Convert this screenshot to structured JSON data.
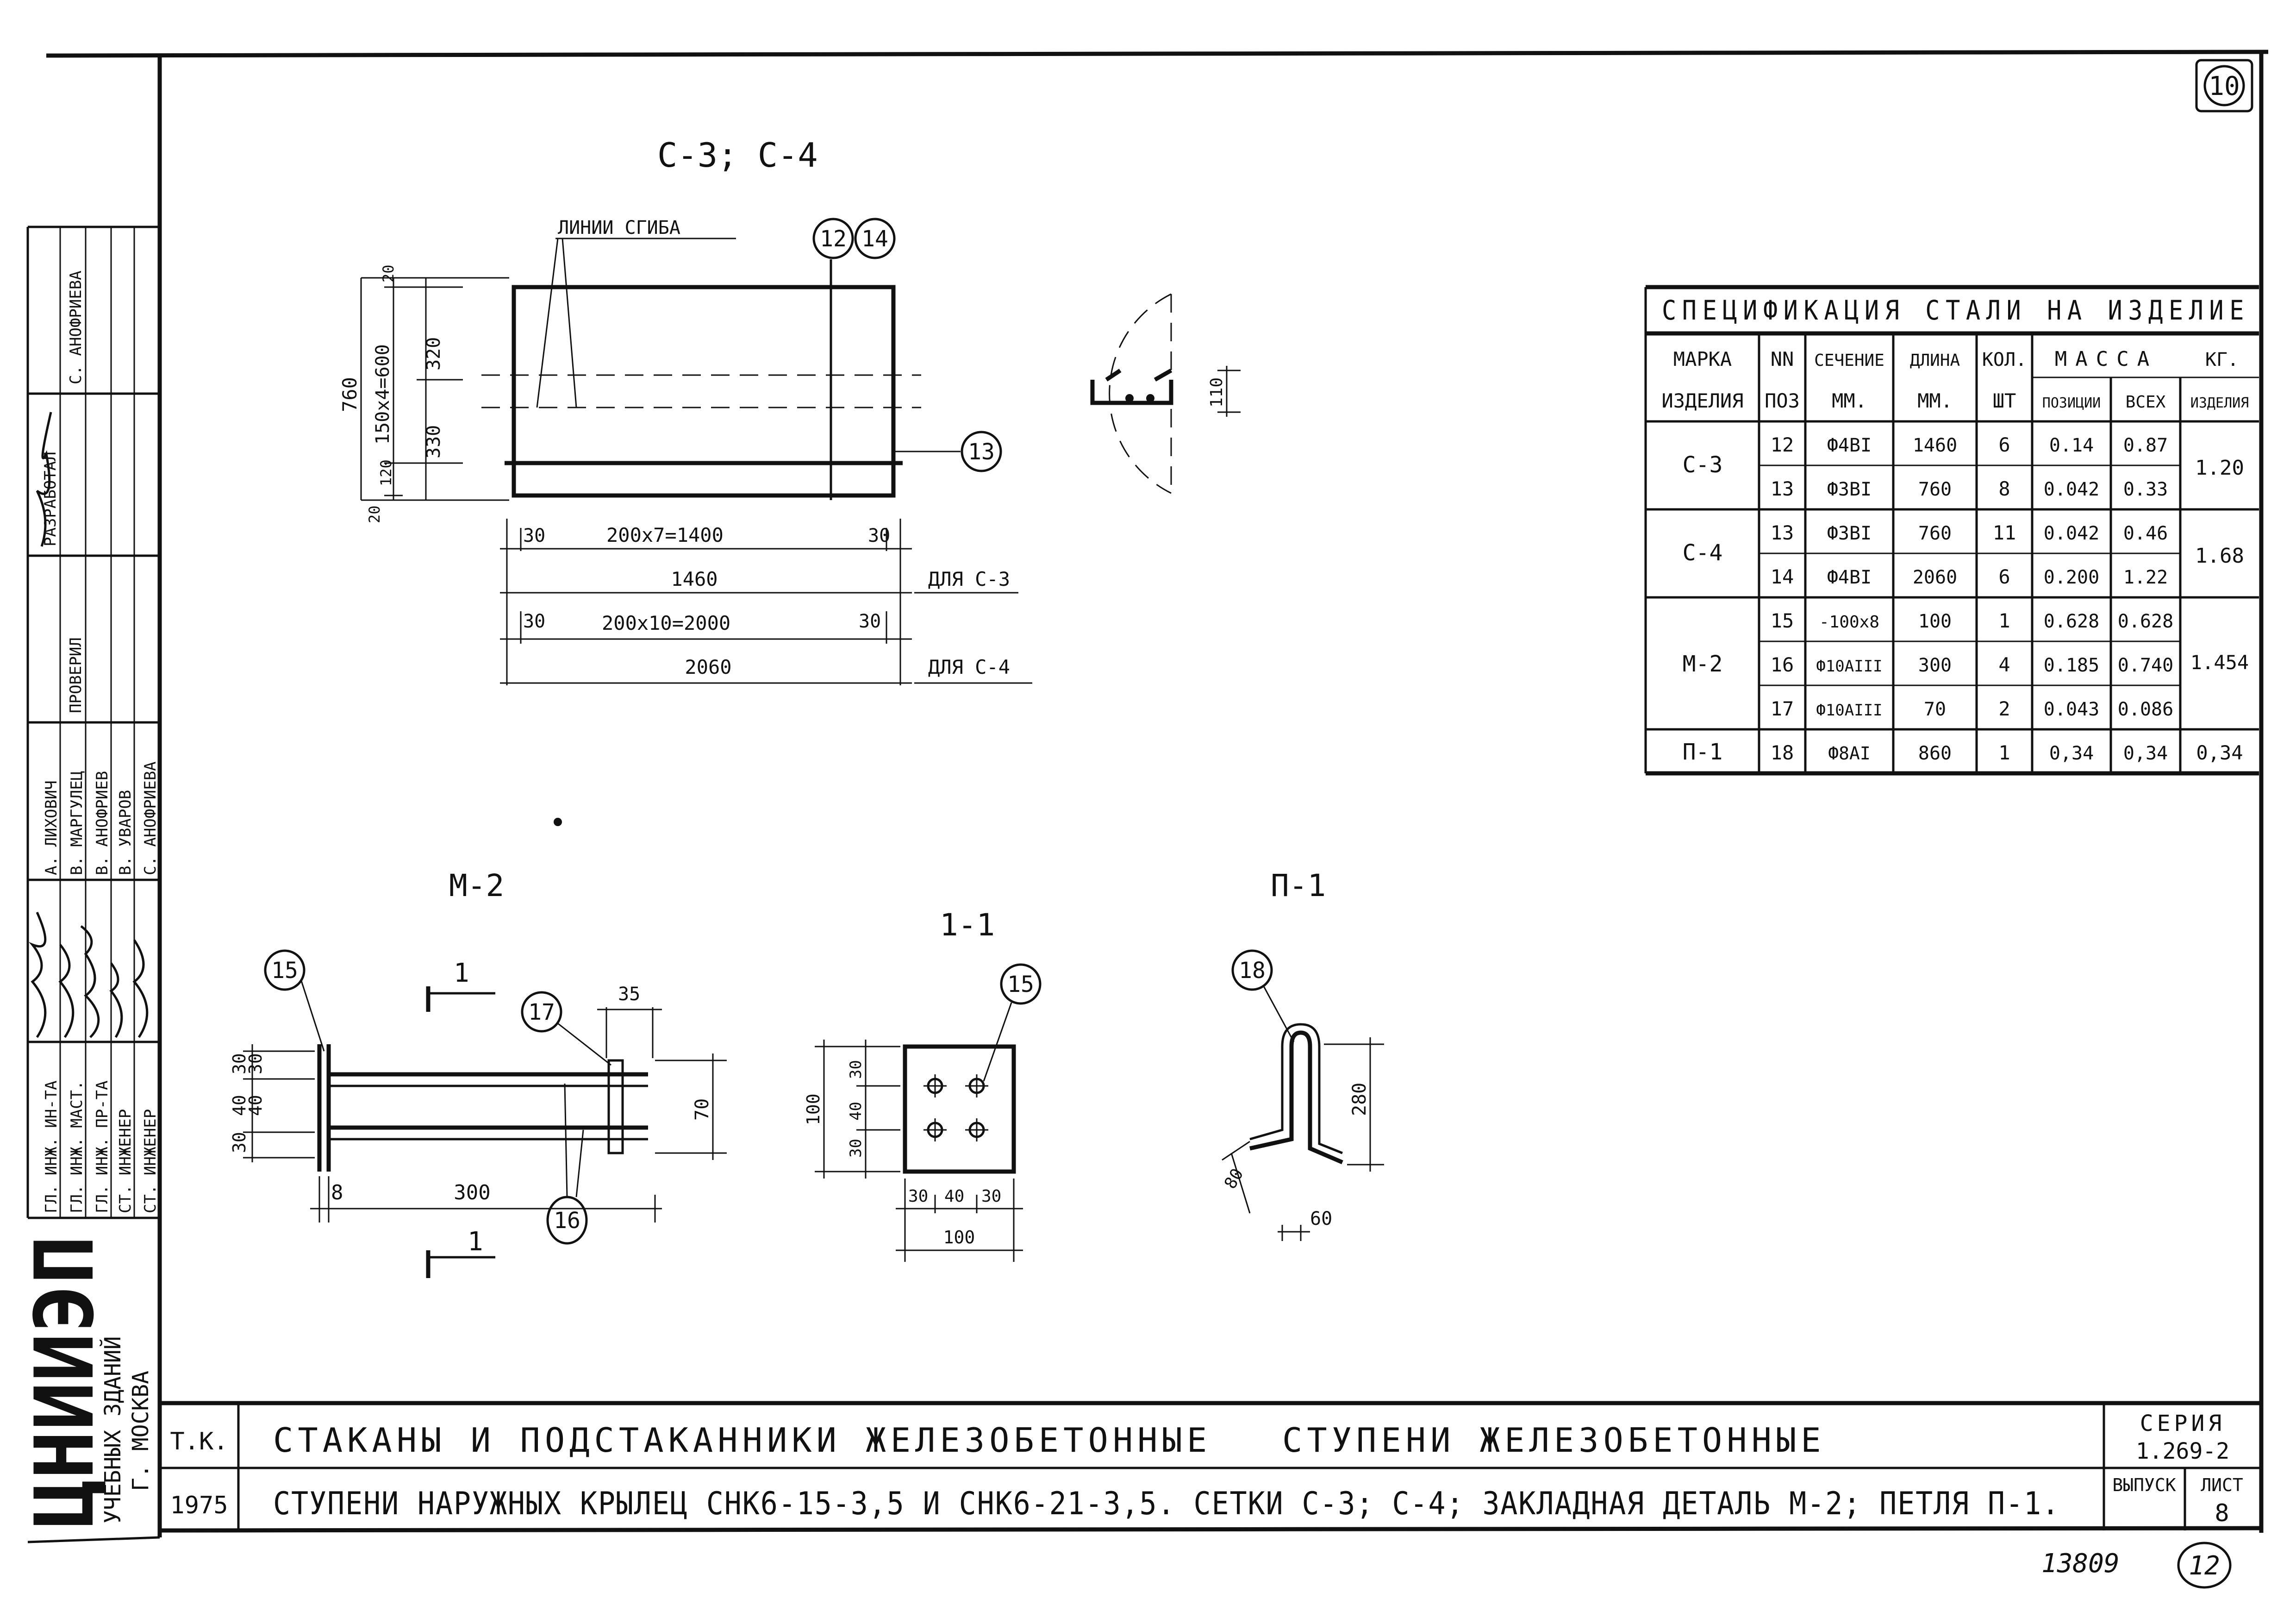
{
  "sheet_number": "10",
  "stamp_number": "13809",
  "stamp_sheet": "12",
  "org": {
    "name": "ЦНИИЭП",
    "sub1": "УЧЕБНЫХ ЗДАНИЙ",
    "sub2": "Г. МОСКВА"
  },
  "side_stamp": {
    "roles": [
      "ГЛ. ИНЖ. ИН-ТА",
      "ГЛ. ИНЖ. МАСТ.",
      "ГЛ. ИНЖ. ПР-ТА",
      "СТ. ИНЖЕНЕР",
      "СТ. ИНЖЕНЕР"
    ],
    "names": [
      "А. ЛИХОВИЧ",
      "В. МАРГУЛЕЦ",
      "В. АНОФРИЕВ",
      "В. УВАРОВ",
      "С. АНОФРИЕВА"
    ],
    "upper_labels": [
      "РАЗРАБОТАЛ",
      "ПРОВЕРИЛ",
      "С. АНОФРИЕВА"
    ]
  },
  "title_block": {
    "tk": "Т.К.",
    "year": "1975",
    "line1_a": "СТАКАНЫ И ПОДСТАКАННИКИ ЖЕЛЕЗОБЕТОННЫЕ",
    "line1_b": "СТУПЕНИ ЖЕЛЕЗОБЕТОННЫЕ",
    "line2": "СТУПЕНИ НАРУЖНЫХ КРЫЛЕЦ СНК6-15-3,5 И СНК6-21-3,5. СЕТКИ С-3; С-4; ЗАКЛАДНАЯ ДЕТАЛЬ М-2; ПЕТЛЯ П-1.",
    "series_label": "СЕРИЯ",
    "series_value": "1.269-2",
    "issue_label": "ВЫПУСК",
    "sheet_label": "ЛИСТ",
    "sheet_value": "8"
  },
  "drawings": {
    "mesh_title": "С-3; С-4",
    "bend_lines": "ЛИНИИ СГИБА",
    "mesh_dims": {
      "h_total": "760",
      "h_top": "20",
      "h_mid": "150х4=600",
      "h_320": "320",
      "h_330": "330",
      "h_120": "120",
      "h_bot": "20",
      "row1_edge": "30",
      "row1_mid": "200х7=1400",
      "row1_total": "1460",
      "for_c3": "ДЛЯ С-3",
      "row2_mid": "200х10=2000",
      "row2_total": "2060",
      "for_c4": "ДЛЯ С-4"
    },
    "bent_dim": "110",
    "m2_title": "М-2",
    "section_title": "1-1",
    "loop_title": "П-1",
    "m2_dims": {
      "d30": "30",
      "d40": "40",
      "d8": "8",
      "d300": "300",
      "d35": "35",
      "d70": "70",
      "cut": "1"
    },
    "sec_dims": {
      "d100": "100",
      "d40": "40",
      "d30": "30"
    },
    "loop_dims": {
      "d280": "280",
      "d80": "80",
      "d60": "60"
    },
    "callouts": {
      "p12": "12",
      "p14": "14",
      "p13": "13",
      "p15": "15",
      "p16": "16",
      "p17": "17",
      "p18": "18"
    }
  },
  "spec_table": {
    "title": "СПЕЦИФИКАЦИЯ СТАЛИ НА ИЗДЕЛИЕ",
    "headers": {
      "mark_a": "МАРКА",
      "mark_b": "ИЗДЕЛИЯ",
      "pos_a": "NN",
      "pos_b": "ПОЗ",
      "sec_a": "СЕЧЕНИЕ",
      "sec_b": "ММ.",
      "len_a": "ДЛИНА",
      "len_b": "ММ.",
      "qty_a": "КОЛ.",
      "qty_b": "ШТ",
      "mass": "МАССА",
      "kg": "КГ.",
      "m_pos": "ПОЗИЦИИ",
      "m_all": "ВСЕХ",
      "m_item": "ИЗДЕЛИЯ"
    },
    "groups": [
      {
        "mark": "С-3",
        "total": "1.20",
        "rows": [
          {
            "pos": "12",
            "sec": "Ф4ВI",
            "len": "1460",
            "qty": "6",
            "m1": "0.14",
            "m2": "0.87"
          },
          {
            "pos": "13",
            "sec": "Ф3ВI",
            "len": "760",
            "qty": "8",
            "m1": "0.042",
            "m2": "0.33"
          }
        ]
      },
      {
        "mark": "С-4",
        "total": "1.68",
        "rows": [
          {
            "pos": "13",
            "sec": "Ф3ВI",
            "len": "760",
            "qty": "11",
            "m1": "0.042",
            "m2": "0.46"
          },
          {
            "pos": "14",
            "sec": "Ф4ВI",
            "len": "2060",
            "qty": "6",
            "m1": "0.200",
            "m2": "1.22"
          }
        ]
      },
      {
        "mark": "М-2",
        "total": "1.454",
        "rows": [
          {
            "pos": "15",
            "sec": "-100х8",
            "len": "100",
            "qty": "1",
            "m1": "0.628",
            "m2": "0.628"
          },
          {
            "pos": "16",
            "sec": "Ф10АIII",
            "len": "300",
            "qty": "4",
            "m1": "0.185",
            "m2": "0.740"
          },
          {
            "pos": "17",
            "sec": "Ф10АIII",
            "len": "70",
            "qty": "2",
            "m1": "0.043",
            "m2": "0.086"
          }
        ]
      },
      {
        "mark": "П-1",
        "total": "0,34",
        "rows": [
          {
            "pos": "18",
            "sec": "Ф8АI",
            "len": "860",
            "qty": "1",
            "m1": "0,34",
            "m2": "0,34"
          }
        ]
      }
    ]
  }
}
